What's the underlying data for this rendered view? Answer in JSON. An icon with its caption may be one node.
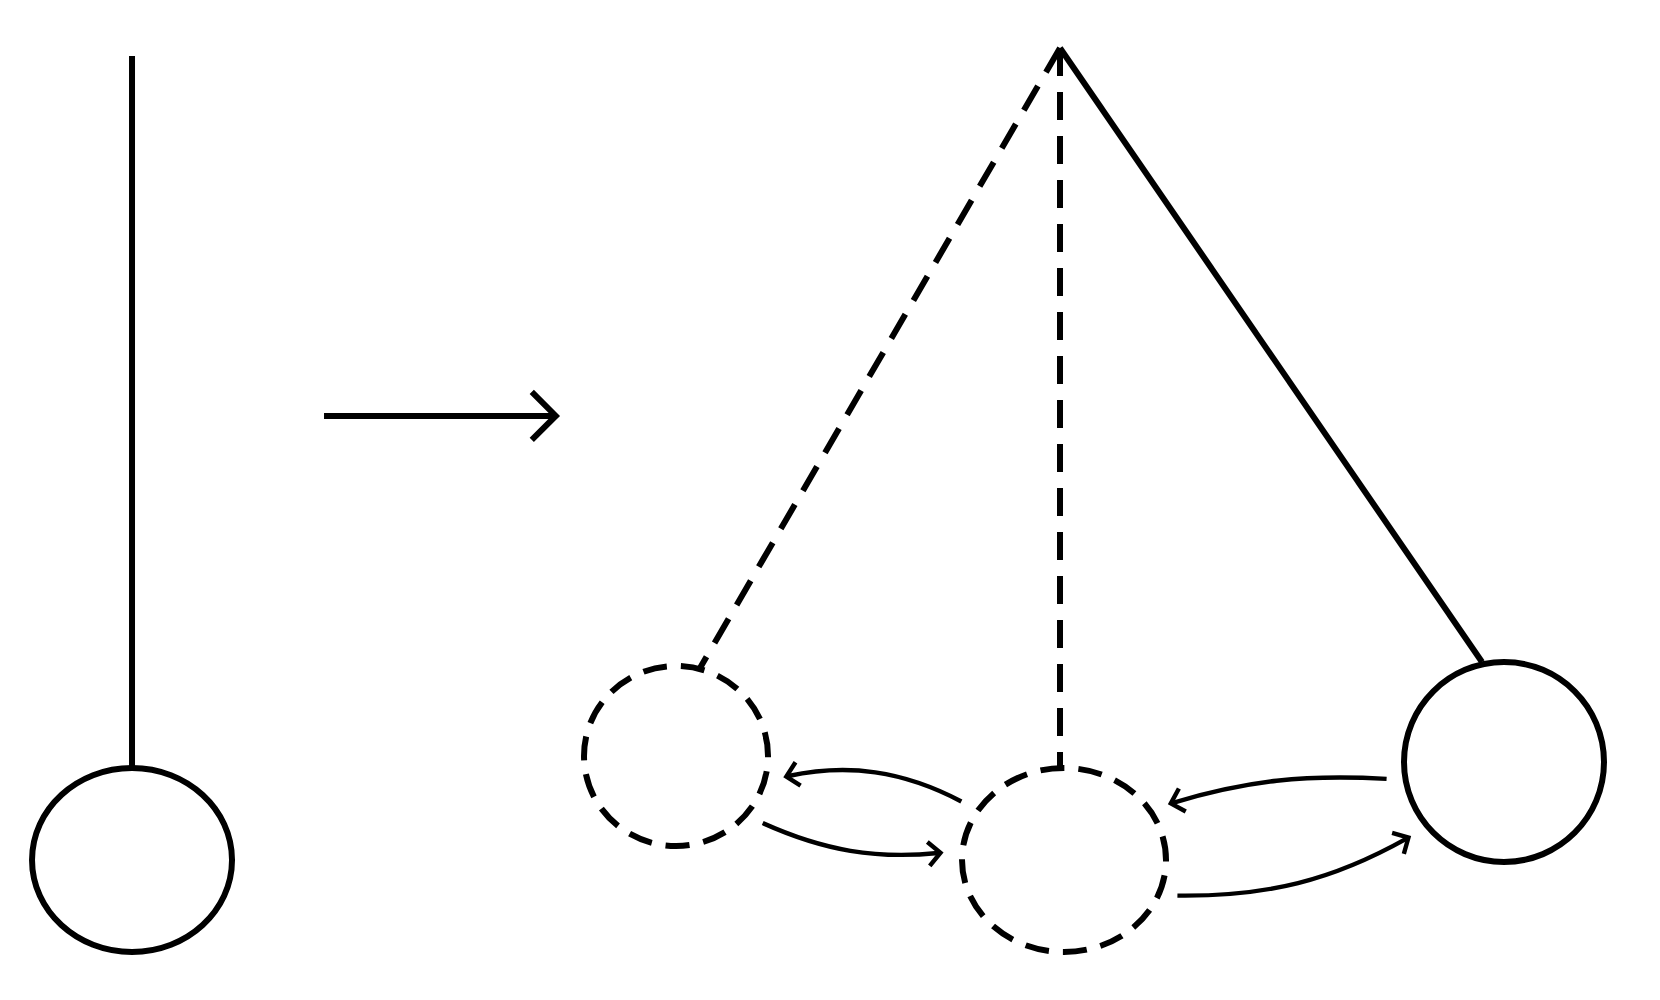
{
  "diagram": {
    "nodes": [
      {
        "text": [],
        "shape": "circle"
      },
      {
        "text": [],
        "shape": "circle"
      },
      {
        "text": [],
        "shape": "circle"
      },
      {
        "text": [],
        "shape": "circle"
      }
    ],
    "edges": [
      {
        "from": 2,
        "to": 1,
        "arrow": "to"
      },
      {
        "from": 1,
        "to": 2,
        "arrow": "to"
      },
      {
        "from": 3,
        "to": 2,
        "arrow": "to"
      },
      {
        "from": 2,
        "to": 3,
        "arrow": "to"
      }
    ]
  }
}
